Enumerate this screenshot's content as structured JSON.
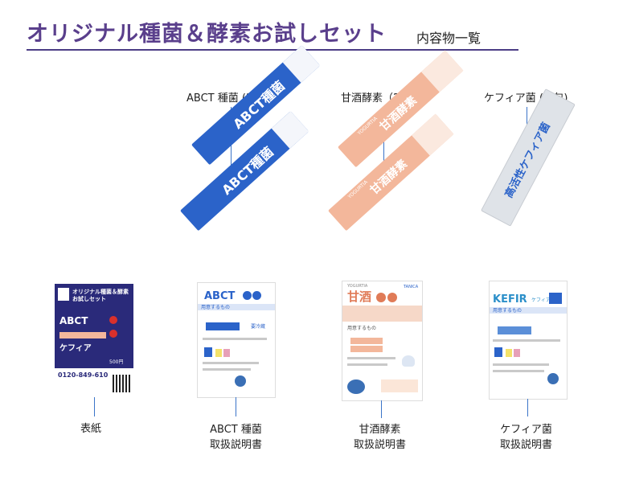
{
  "header": {
    "title": "オリジナル種菌＆酵素お試しセット",
    "subtitle": "内容物一覧"
  },
  "products": [
    {
      "label": "ABCT 種菌 (2 包)",
      "stick_text": "ABCT種菌"
    },
    {
      "label": "甘酒酵素（2 包）",
      "stick_text": "甘酒酵素",
      "brand": "YOGURTIA"
    },
    {
      "label": "ケフィア菌 (1 包)",
      "stick_text": "高活性ケフィア菌"
    }
  ],
  "documents": [
    {
      "caption_line1": "表紙",
      "caption_line2": "",
      "heading": "オリジナル種菌＆酵素お試しセット",
      "lines": [
        "ABCT",
        "ケフィア"
      ],
      "phone": "0120-849-610",
      "price": "500円"
    },
    {
      "caption_line1": "ABCT 種菌",
      "caption_line2": "取扱説明書",
      "heading": "ABCT",
      "section": "用意するもの",
      "badge": "要冷蔵"
    },
    {
      "caption_line1": "甘酒酵素",
      "caption_line2": "取扱説明書",
      "brand": "YOGURTIA",
      "heading": "甘酒",
      "section": "用意するもの",
      "maker": "TANICA"
    },
    {
      "caption_line1": "ケフィア菌",
      "caption_line2": "取扱説明書",
      "heading": "KEFIR",
      "section": "用意するもの",
      "sub": "ケフィア"
    }
  ],
  "colors": {
    "title": "#5a3f8c",
    "abct_blue": "#2b63c9",
    "amazake_peach": "#f3b79b",
    "kefir_grey": "#dfe3e8",
    "cover_navy": "#2a2a7a",
    "accent_red": "#d9302c",
    "line_blue": "#3b74c8"
  }
}
